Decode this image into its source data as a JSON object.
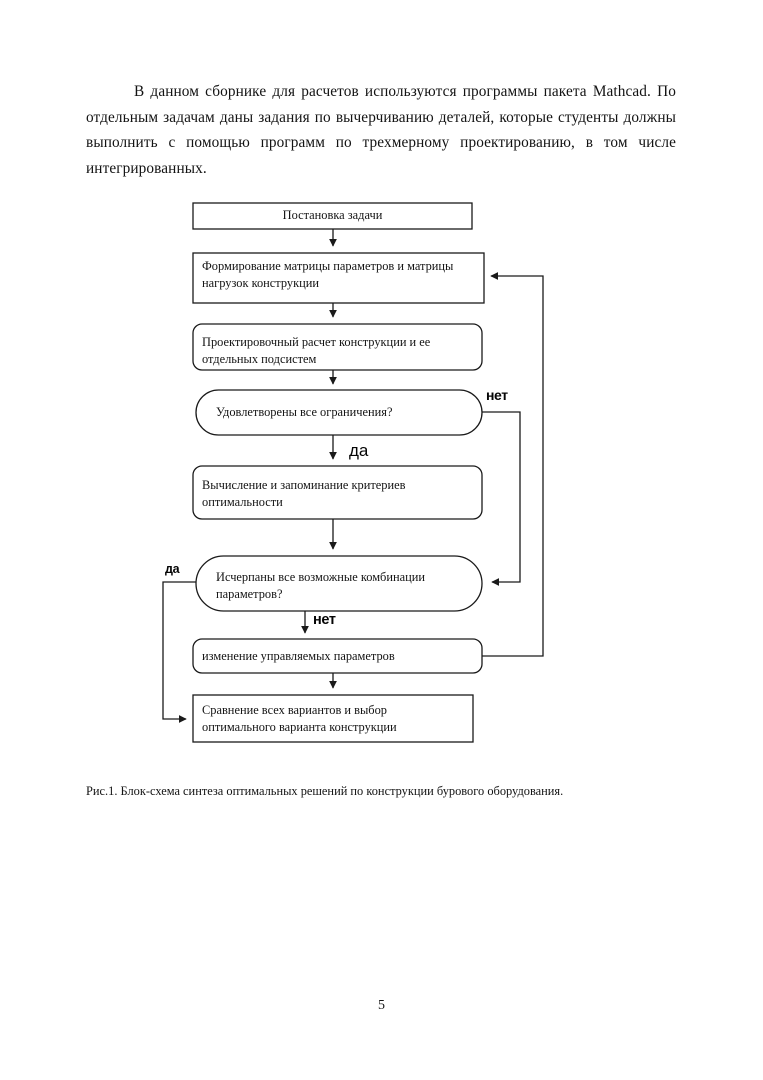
{
  "document": {
    "page_number": "5",
    "intro_paragraph": "В данном сборнике для расчетов используются программы пакета Mathcad. По отдельным задачам даны задания по вычерчиванию деталей, которые студенты должны выполнить с помощью программ по трехмерному проектированию, в том числе интегрированных.",
    "figure_caption": "Рис.1. Блок-схема синтеза оптимальных решений по конструкции бурового оборудования."
  },
  "flowchart": {
    "line_color": "#1a1a1a",
    "fill_color": "#ffffff",
    "nodes": [
      {
        "id": "n1",
        "shape": "rect",
        "text": "Постановка задачи"
      },
      {
        "id": "n2",
        "shape": "rect",
        "text_line1": "Формирование матрицы параметров  и матрицы",
        "text_line2": "нагрузок конструкции"
      },
      {
        "id": "n3",
        "shape": "rounded",
        "text_line1": "Проектировочный расчет конструкции и ее",
        "text_line2": "отдельных подсистем"
      },
      {
        "id": "n4",
        "shape": "stadium",
        "text": "Удовлетворены все ограничения?"
      },
      {
        "id": "n5",
        "shape": "rounded",
        "text_line1": "Вычисление и запоминание критериев",
        "text_line2": "оптимальности"
      },
      {
        "id": "n6",
        "shape": "stadium",
        "text_line1": "Исчерпаны все возможные комбинации",
        "text_line2": "параметров?"
      },
      {
        "id": "n7",
        "shape": "rounded",
        "text": "изменение управляемых параметров"
      },
      {
        "id": "n8",
        "shape": "rect",
        "text_line1": "Сравнение всех вариантов и выбор",
        "text_line2": "оптимального варианта конструкции"
      }
    ],
    "edge_labels": {
      "decision1_no": "нет",
      "decision1_yes": "да",
      "decision2_yes": "да",
      "decision2_no": "нет"
    }
  }
}
